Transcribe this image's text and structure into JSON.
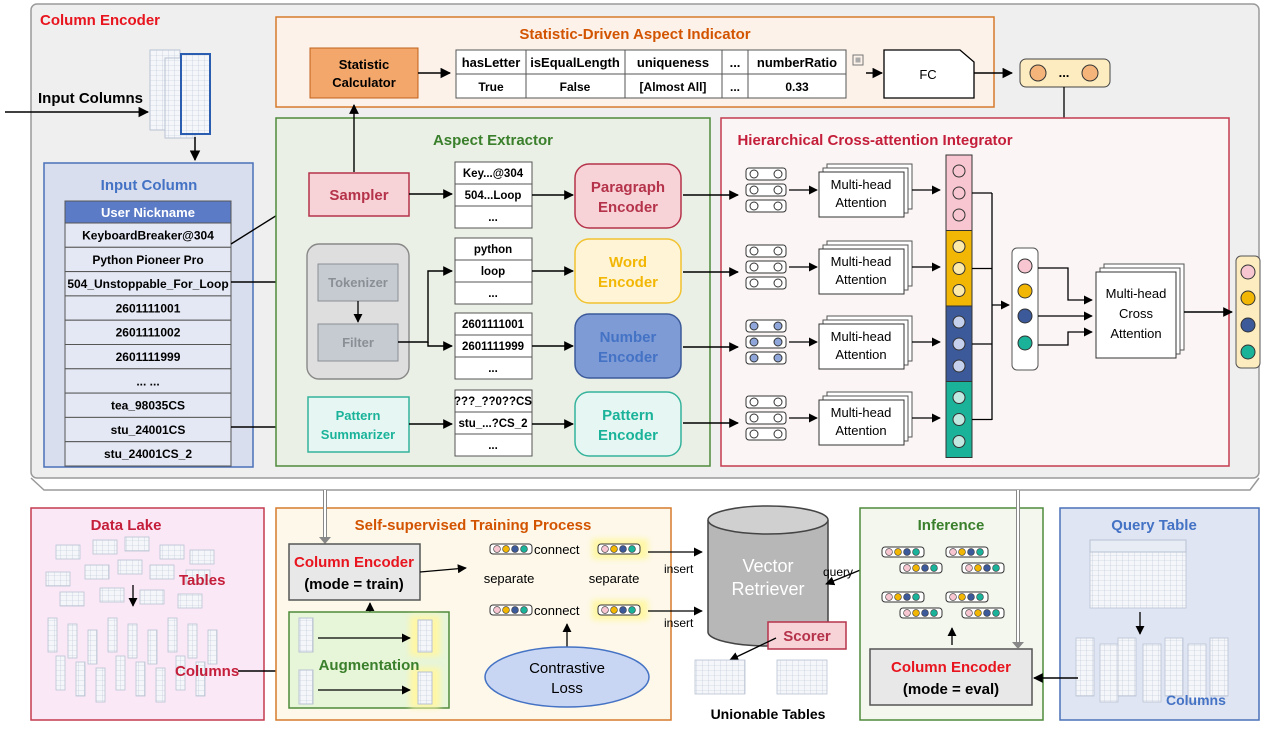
{
  "colors": {
    "title_red": "#e8141e",
    "orange_title": "#d35400",
    "green_title": "#3a7f2b",
    "purple_title": "#c41e3a",
    "blue_title": "#4472c4",
    "pink": "#ee9aae",
    "yellow": "#f2b705",
    "blue": "#3c5a9a",
    "teal": "#1ab39a"
  },
  "encoder": {
    "title": "Column Encoder",
    "input_columns_label": "Input Columns"
  },
  "indicator": {
    "title": "Statistic-Driven Aspect Indicator",
    "calculator_line1": "Statistic",
    "calculator_line2": "Calculator",
    "headers": [
      "hasLetter",
      "isEqualLength",
      "uniqueness",
      "...",
      "numberRatio"
    ],
    "values": [
      "True",
      "False",
      "[Almost All]",
      "...",
      "0.33"
    ],
    "fc_label": "FC"
  },
  "input_column": {
    "title": "Input Column",
    "header": "User Nickname",
    "rows": [
      "KeyboardBreaker@304",
      "Python Pioneer Pro",
      "504_Unstoppable_For_Loop",
      "2601111001",
      "2601111002",
      "2601111999",
      "... ...",
      "tea_98035CS",
      "stu_24001CS",
      "stu_24001CS_2"
    ]
  },
  "extractor": {
    "title": "Aspect Extractor",
    "sampler": "Sampler",
    "tokenizer": "Tokenizer",
    "filter": "Filter",
    "pattern_line1": "Pattern",
    "pattern_line2": "Summarizer",
    "sample_list": [
      "Key...@304",
      "504...Loop",
      "..."
    ],
    "word_list": [
      "python",
      "loop",
      "..."
    ],
    "number_list": [
      "2601111001",
      "2601111999",
      "..."
    ],
    "pattern_list": [
      "???_??0??CS",
      "stu_...?CS_2",
      "..."
    ],
    "enc_paragraph": [
      "Paragraph",
      "Encoder"
    ],
    "enc_word": [
      "Word",
      "Encoder"
    ],
    "enc_number": [
      "Number",
      "Encoder"
    ],
    "enc_pattern": [
      "Pattern",
      "Encoder"
    ]
  },
  "integrator": {
    "title": "Hierarchical Cross-attention Integrator",
    "mha": [
      "Multi-head",
      "Attention"
    ],
    "cross": [
      "Multi-head",
      "Cross",
      "Attention"
    ],
    "ellipsis": "...",
    "token_dots": "○…○"
  },
  "datalake": {
    "title": "Data Lake",
    "tables_label": "Tables",
    "columns_label": "Columns"
  },
  "training": {
    "title": "Self-supervised Training Process",
    "encoder_line1": "Column Encoder",
    "encoder_line2": "(mode = train)",
    "augmentation": "Augmentation",
    "connect": "connect",
    "separate": "separate",
    "loss_line1": "Contrastive",
    "loss_line2": "Loss"
  },
  "retriever": {
    "line1": "Vector",
    "line2": "Retriever",
    "insert": "insert",
    "query": "query",
    "scorer": "Scorer",
    "unionable": "Unionable Tables"
  },
  "inference": {
    "title": "Inference",
    "encoder_line1": "Column Encoder",
    "encoder_line2": "(mode = eval)"
  },
  "query_table": {
    "title": "Query Table",
    "columns_label": "Columns"
  }
}
